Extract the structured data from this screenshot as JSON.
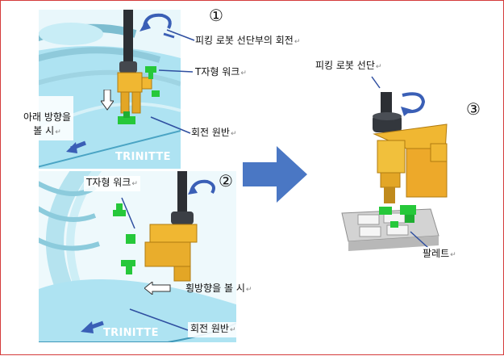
{
  "labels": {
    "top_left_rotation": "피킹 로봇 선단부의 회전",
    "t_work_top": "T자형 워크",
    "look_down": "아래 방향을\n볼 시",
    "rotating_disk_top": "회전 원반",
    "t_work_bottom": "T자형 워크",
    "look_side": "횡방향을 볼 시",
    "rotating_disk_bottom": "회전 원반",
    "picking_tip": "피킹 로봇 선단",
    "pallet": "팔레트"
  },
  "brand": {
    "top": "TRINITTE",
    "bottom": "TRINITTE"
  },
  "steps": {
    "one": "①",
    "two": "②",
    "three": "③"
  },
  "end_mark": "↵",
  "colors": {
    "frame": "#d43b3b",
    "disk_blue": "#aee3f2",
    "disk_dark": "#3f97b8",
    "arrow_blue": "#4a77c4",
    "gold": "#f0b732",
    "green": "#26c83a",
    "robot_dark": "#2c2f34",
    "pallet_gray": "#c6c6c6"
  }
}
